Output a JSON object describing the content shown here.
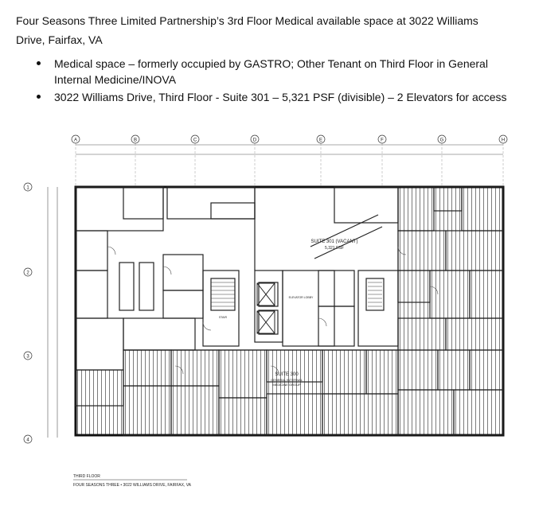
{
  "heading": "Four Seasons Three Limited Partnership’s 3rd Floor Medical available space at 3022 Williams Drive, Fairfax, VA",
  "bullets": [
    "Medical space – formerly occupied by GASTRO; Other Tenant on Third Floor in General Internal Medicine/INOVA",
    "3022 Williams Drive, Third Floor - Suite 301 – 5,321 PSF (divisible) – 2 Elevators for access"
  ],
  "floorplan": {
    "column_markers": [
      "A",
      "B",
      "C",
      "D",
      "E",
      "F",
      "G",
      "H"
    ],
    "row_markers": [
      "1",
      "2",
      "3",
      "4"
    ],
    "suite_301_label": "SUITE 301 (VACANT)",
    "suite_301_area": "5,321 RSF",
    "suite_300_label": "SUITE 300",
    "suite_300_sub1": "GENERAL INTERNAL",
    "suite_300_sub2": "MEDICINE GROUP",
    "elevator_lobby": "ELEVATOR LOBBY",
    "stair": "STAIR",
    "caption_title": "THIRD FLOOR",
    "caption_address": "FOUR SEASONS THREE • 3022 WILLIAMS DRIVE, FAIRFAX, VA"
  }
}
